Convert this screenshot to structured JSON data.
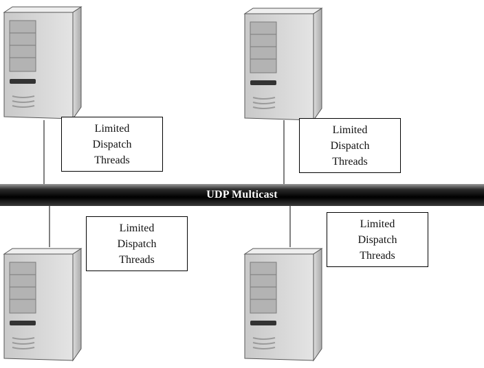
{
  "network": {
    "bus_label": "UDP Multicast"
  },
  "nodes": [
    {
      "label_lines": [
        "Limited",
        "Dispatch",
        "Threads"
      ]
    },
    {
      "label_lines": [
        "Limited",
        "Dispatch",
        "Threads"
      ]
    },
    {
      "label_lines": [
        "Limited",
        "Dispatch",
        "Threads"
      ]
    },
    {
      "label_lines": [
        "Limited",
        "Dispatch",
        "Threads"
      ]
    }
  ],
  "colors": {
    "bus_dark": "#000000",
    "bus_light": "#8a8a8a",
    "server_face": "#d6d6d6",
    "server_side": "#b8b8b8"
  }
}
